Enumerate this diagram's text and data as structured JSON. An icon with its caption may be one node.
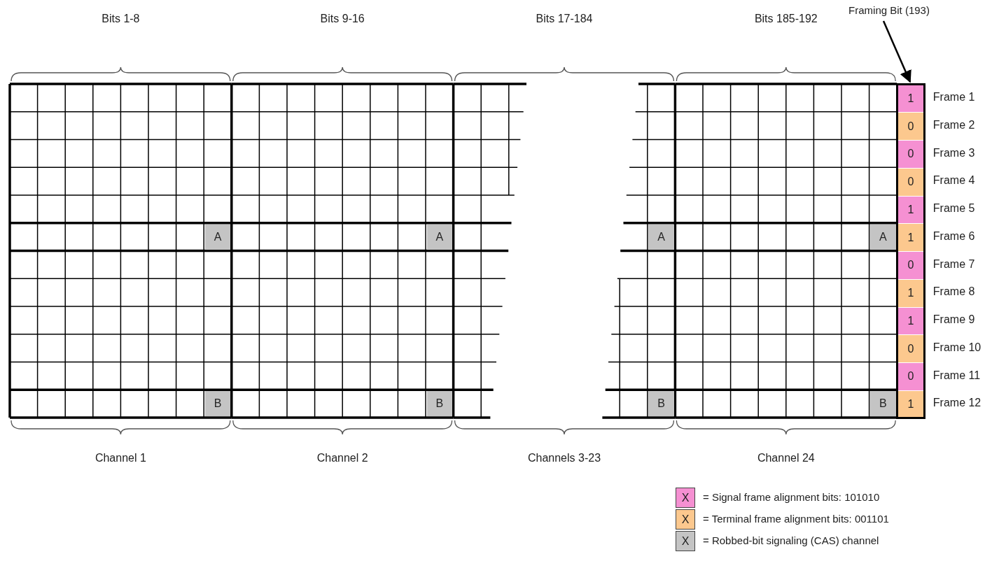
{
  "diagram": {
    "nodes": [
      {
        "text": [
          "Framing Bit (193)"
        ]
      },
      {
        "text": [],
        "shape": "bar"
      }
    ],
    "edges": [
      {
        "from": 0,
        "to": 1,
        "arrow": "to"
      }
    ],
    "labels": [
      "Bits 1-8",
      "Bits 9-16",
      "Bits 17-184",
      "Bits 185-192",
      "1",
      "Frame 1",
      "0",
      "Frame 2",
      "0",
      "Frame 3",
      "0",
      "Frame 4",
      "1",
      "Frame 5",
      "A",
      "A",
      "A",
      "A",
      "1",
      "Frame 6",
      "0",
      "Frame 7",
      "1",
      "Frame 8",
      "1",
      "Frame 9",
      "0",
      "Frame 10",
      "0",
      "Frame 11",
      "B",
      "B",
      "B",
      "B",
      "1",
      "Frame 12",
      "Channel 1",
      "Channel 2",
      "Channels 3-23",
      "Channel 24",
      "X",
      "X",
      "X"
    ],
    "legend": [
      {
        "text": "= Signal frame alignment bits: 101010",
        "color": "#f590d2"
      },
      {
        "text": "= Terminal frame alignment bits: 001101",
        "color": "#fcc88e"
      },
      {
        "text": "= Robbed-bit signaling (CAS) channel",
        "color": "#c4c4c4"
      }
    ]
  }
}
